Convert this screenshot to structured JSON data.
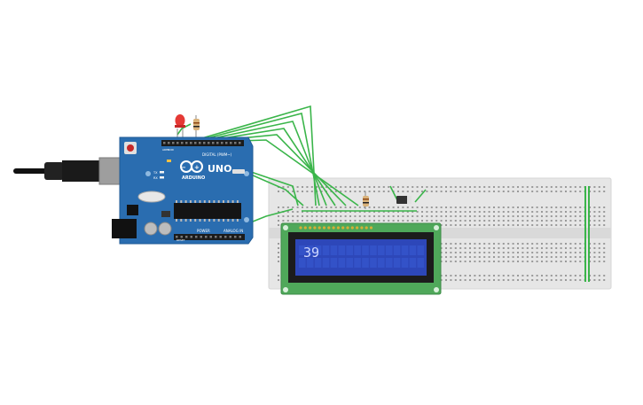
{
  "board": {
    "logo_text": "UNO",
    "brand_text": "ARDUINO",
    "digital_label": "DIGITAL (PWM~)",
    "power_label": "POWER",
    "analog_label": "ANALOG IN",
    "tx_label": "TX",
    "rx_label": "RX",
    "aref_label": "AREF",
    "gnd_label": "GND",
    "reset_label": "RESET"
  },
  "lcd": {
    "display_text": "39"
  },
  "colors": {
    "board": "#2a6db0",
    "breadboard": "#e6e6e6",
    "lcd_pcb": "#4fa85a",
    "lcd_screen": "#2d47b9",
    "wire": "#3ab54a",
    "lcd_text": "#cfd8ff"
  }
}
